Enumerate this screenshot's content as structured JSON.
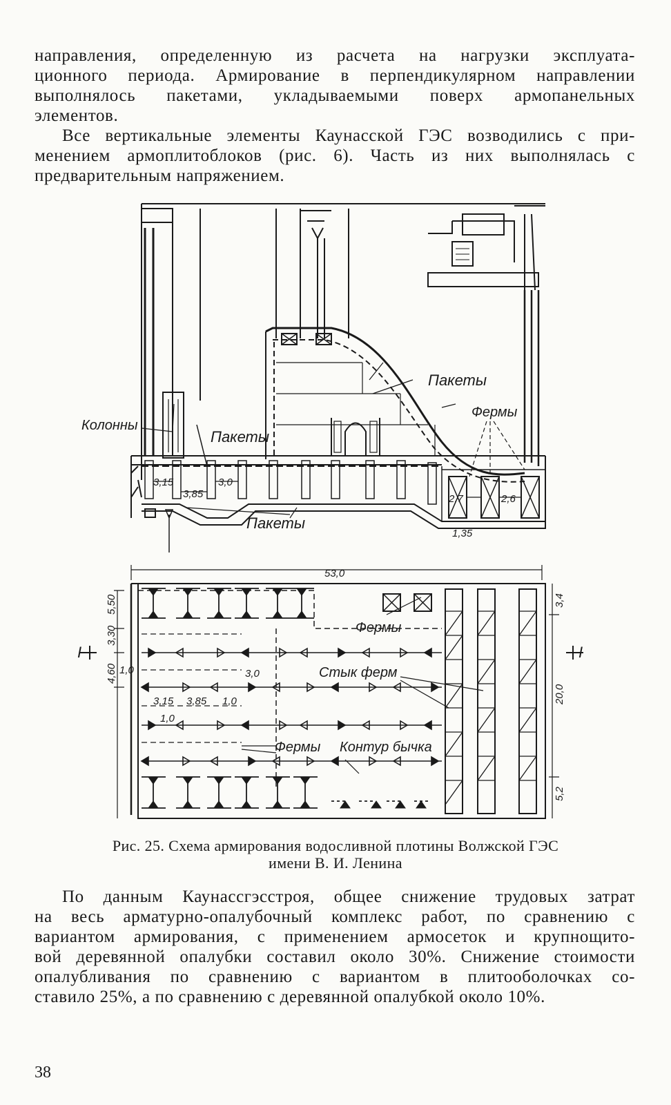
{
  "text": {
    "p1_lines": [
      "направления, определенную из расчета на нагрузки эксплуата-",
      "ционного периода. Армирование в перпендикулярном направлении",
      "выполнялось пакетами, укладываемыми поверх армопанельных",
      "элементов."
    ],
    "p2_lines": [
      "Все вертикальные элементы Каунасской ГЭС возводились с при-",
      "менением армоплитоблоков (рис. 6). Часть из них выполнялась с",
      "предварительным напряжением."
    ],
    "p3_lines": [
      "По данным Каунассгэсстроя, общее снижение трудовых затрат",
      "на весь арматурно-опалубочный комплекс работ, по сравнению с",
      "вариантом армирования, с применением армосеток и крупнощито-",
      "вой деревянной опалубки составил около 30%. Снижение стоимости",
      "опалубливания по сравнению с вариантом в плитооболочках со-",
      "ставило 25%, а по сравнению с деревянной опалубкой около 10%."
    ]
  },
  "figure": {
    "labels": {
      "kolonny": "Колонны",
      "pakety_top": "Пакеты",
      "pakety_mid": "Пакеты",
      "pakety_bottom": "Пакеты",
      "fermy_top": "Фермы",
      "fermy_plan": "Фермы",
      "fermy_plan_bottom": "Фермы",
      "styk_ferm": "Стык ферм",
      "kontur_bychka": "Контур бычка",
      "section_left": "I",
      "section_right": "I"
    },
    "dims_section": [
      "3,15",
      "3,85",
      "3,0",
      "2,7",
      "2,6",
      "1,35"
    ],
    "dims_plan": {
      "width": "53,0",
      "left": [
        "5,50",
        "3,30",
        "4,60"
      ],
      "inner": [
        "1,0",
        "3,0",
        "3,15",
        "3,85",
        "1,0",
        "1,0"
      ],
      "right": [
        "3,4",
        "20,0",
        "5,2"
      ]
    }
  },
  "caption": {
    "line1": "Рис. 25. Схема армирования водосливной плотины Волжской ГЭС",
    "line2": "имени В. И. Ленина"
  },
  "page_number": "38"
}
